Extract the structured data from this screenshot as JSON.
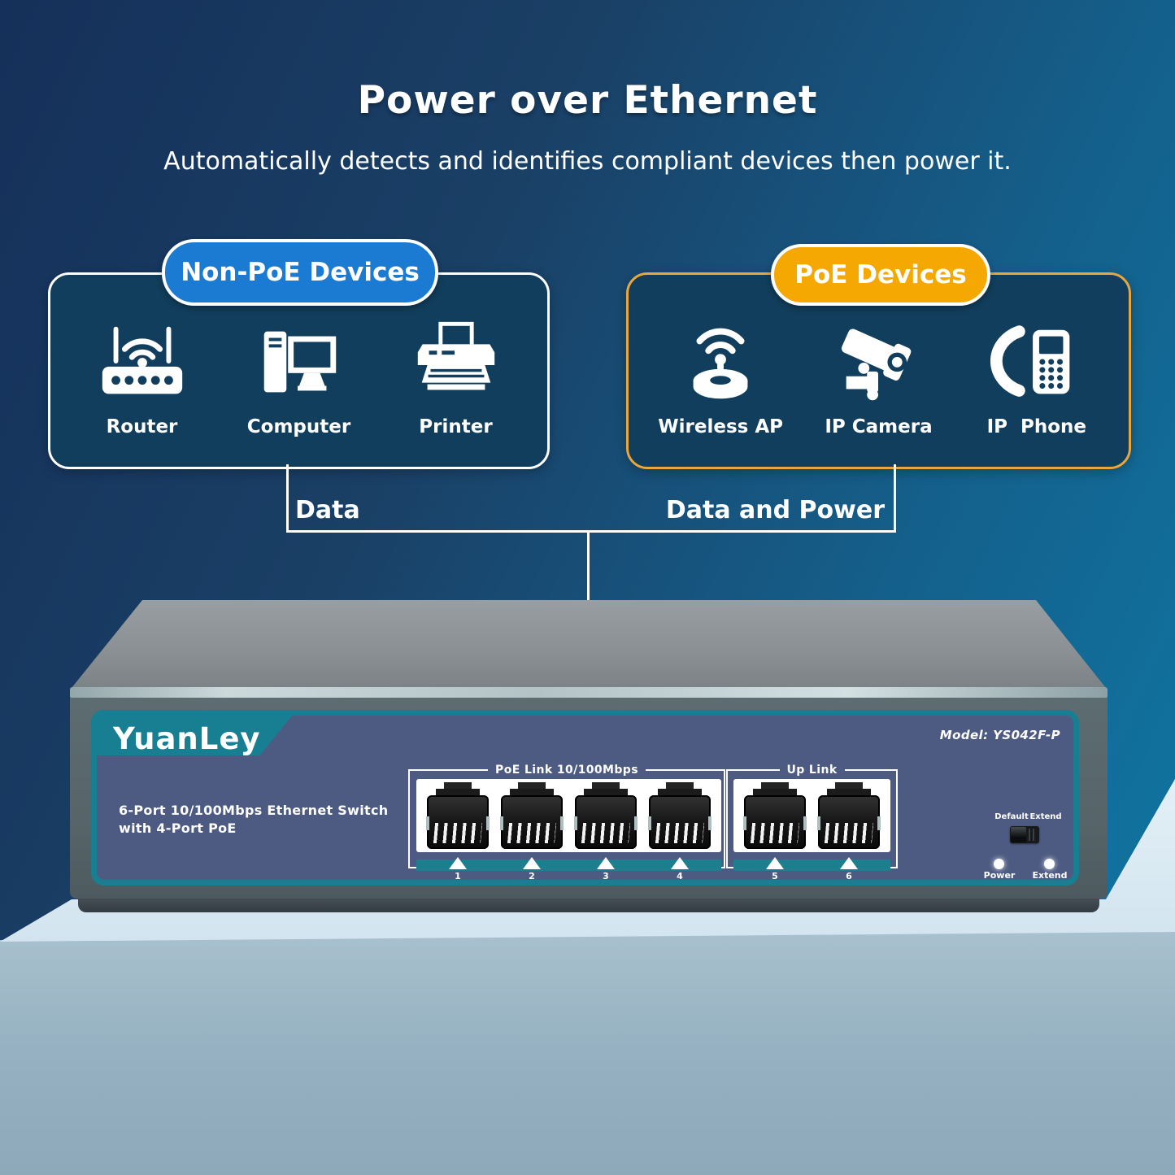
{
  "title": "Power over Ethernet",
  "subtitle": "Automatically detects and identifies compliant devices then power it.",
  "groups": {
    "non_poe": {
      "badge": "Non-PoE Devices",
      "devices": [
        {
          "name": "Router",
          "icon": "router-icon"
        },
        {
          "name": "Computer",
          "icon": "computer-icon"
        },
        {
          "name": "Printer",
          "icon": "printer-icon"
        }
      ]
    },
    "poe": {
      "badge": "PoE Devices",
      "devices": [
        {
          "name": "Wireless AP",
          "icon": "wireless-ap-icon"
        },
        {
          "name": "IP Camera",
          "icon": "ip-camera-icon"
        },
        {
          "name": "IP  Phone",
          "icon": "ip-phone-icon"
        }
      ]
    }
  },
  "connections": {
    "non_poe_label": "Data",
    "poe_label": "Data and Power"
  },
  "switch": {
    "brand": "YuanLey",
    "model": "Model: YS042F-P",
    "description_line1": "6-Port 10/100Mbps Ethernet Switch",
    "description_line2": "with 4-Port PoE",
    "port_groups": [
      {
        "label": "PoE Link 10/100Mbps",
        "ports": [
          "1",
          "2",
          "3",
          "4"
        ]
      },
      {
        "label": "Up Link",
        "ports": [
          "5",
          "6"
        ]
      }
    ],
    "mode_switch": {
      "left_label": "Default",
      "right_label": "Extend"
    },
    "leds": [
      {
        "label": "Power"
      },
      {
        "label": "Extend"
      }
    ]
  },
  "colors": {
    "bg_top": "#15305a",
    "bg_bottom_right": "#0f7aa6",
    "box_fill": "#113e5c",
    "non_poe_accent": "#1b7ad2",
    "poe_accent": "#f5a702",
    "poe_box_border": "#e9a63f",
    "panel_navy": "#4d5b82",
    "teal": "#187f93",
    "strip_teal": "#1d7e8e",
    "chassis_gray": "#5d6c71",
    "pedestal_top": "#d2e4ef",
    "pedestal_front": "#8da9ba"
  }
}
